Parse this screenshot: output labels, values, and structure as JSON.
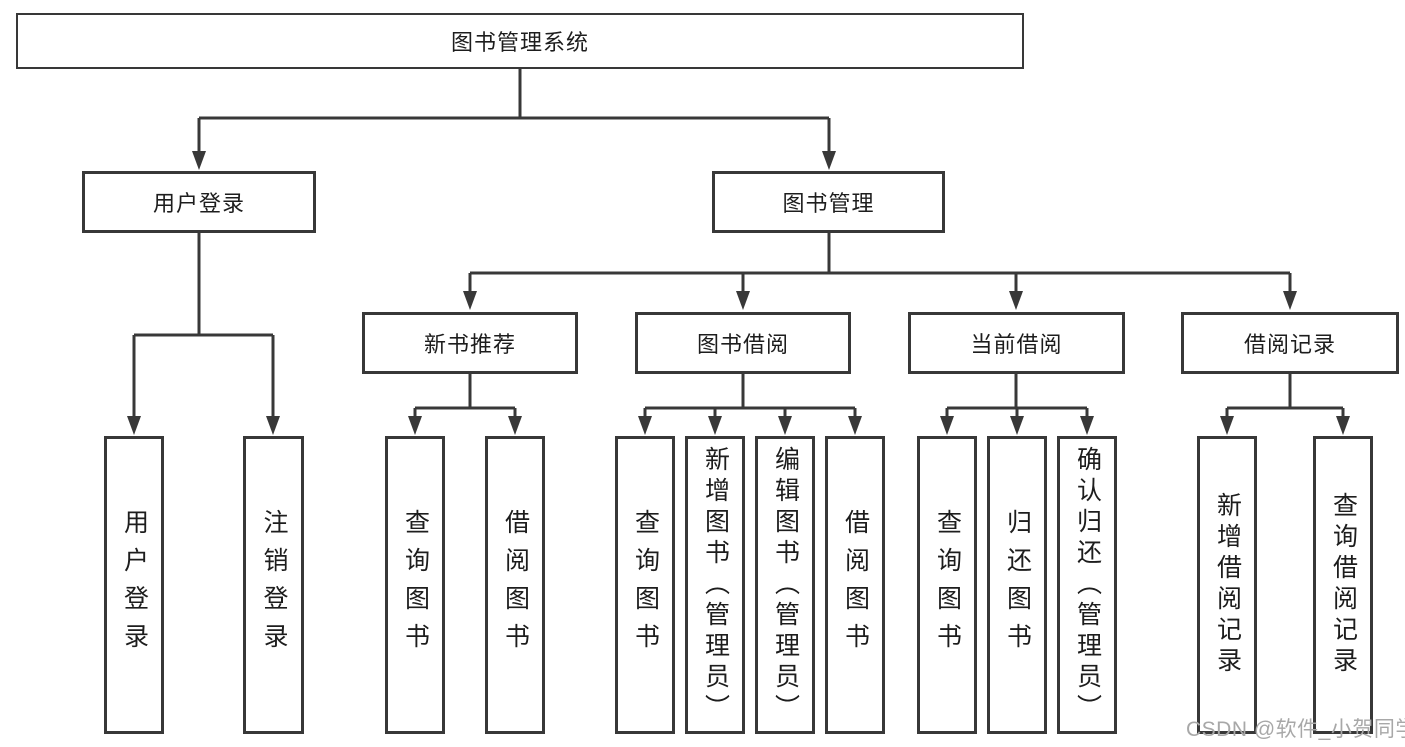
{
  "tree": {
    "root": {
      "label": "图书管理系统"
    },
    "branches": [
      {
        "label": "用户登录",
        "children": [
          {
            "label": "用户登录"
          },
          {
            "label": "注销登录"
          }
        ]
      },
      {
        "label": "图书管理",
        "children": [
          {
            "label": "新书推荐",
            "children": [
              {
                "label": "查询图书"
              },
              {
                "label": "借阅图书"
              }
            ]
          },
          {
            "label": "图书借阅",
            "children": [
              {
                "label": "查询图书"
              },
              {
                "label": "新增图书（管理员）"
              },
              {
                "label": "编辑图书（管理员）"
              },
              {
                "label": "借阅图书"
              }
            ]
          },
          {
            "label": "当前借阅",
            "children": [
              {
                "label": "查询图书"
              },
              {
                "label": "归还图书"
              },
              {
                "label": "确认归还（管理员）"
              }
            ]
          },
          {
            "label": "借阅记录",
            "children": [
              {
                "label": "新增借阅记录"
              },
              {
                "label": "查询借阅记录"
              }
            ]
          }
        ]
      }
    ]
  },
  "watermark": {
    "text": "CSDN @软件_小贺同学"
  },
  "colors": {
    "line": "#383838",
    "box_border": "#383838",
    "box_fill": "#ffffff",
    "text": "#1d1d1d",
    "watermark": "#a8a8a8",
    "background": "#ffffff"
  }
}
